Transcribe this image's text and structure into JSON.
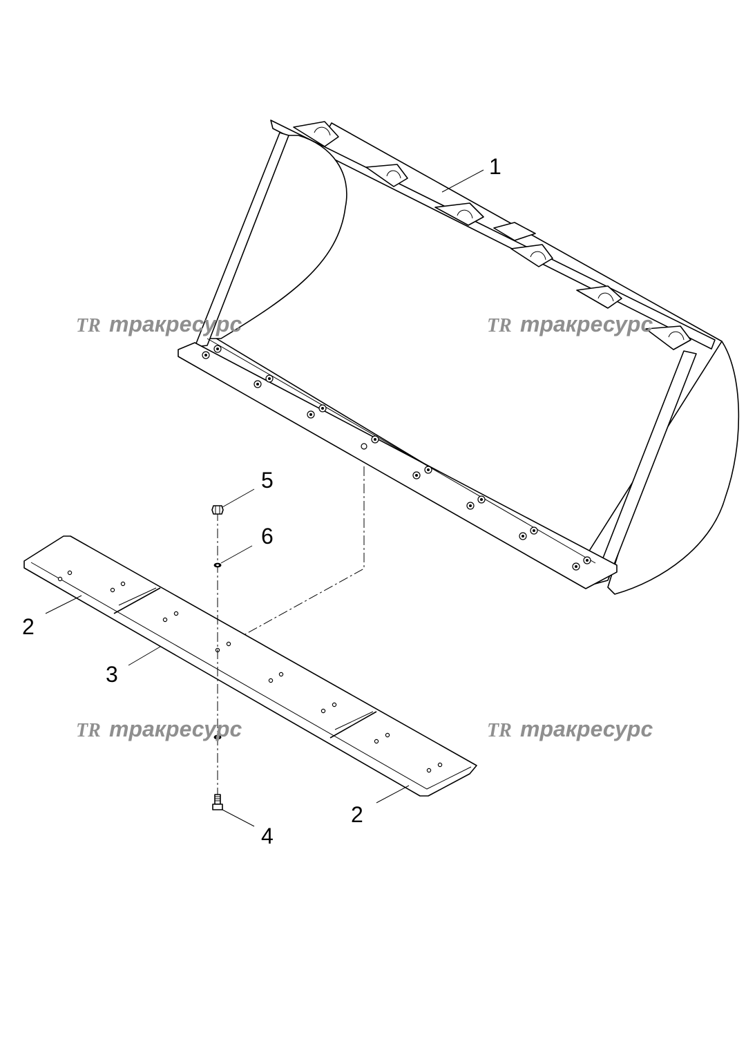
{
  "watermarks": [
    {
      "logo": "TR",
      "text": "тракресурс"
    },
    {
      "logo": "TR",
      "text": "тракресурс"
    },
    {
      "logo": "TR",
      "text": "тракресурс"
    },
    {
      "logo": "TR",
      "text": "тракресурс"
    }
  ],
  "callouts": [
    "1",
    "2",
    "3",
    "2",
    "5",
    "6",
    "4"
  ],
  "parts": {
    "bucket": "1",
    "end_bit_left": "2",
    "cutting_edge_center": "3",
    "end_bit_right": "2",
    "bolt": "4",
    "nut": "5",
    "washer": "6"
  }
}
